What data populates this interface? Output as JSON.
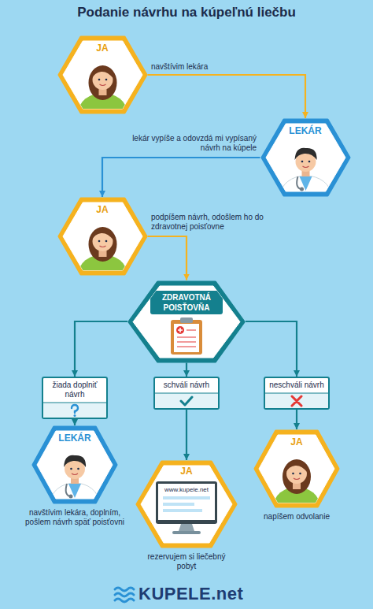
{
  "diagram": {
    "title": "Podanie návrhu na kúpeľnú liečbu",
    "nodes": [
      {
        "text": [
          "JA"
        ]
      },
      {
        "text": [
          "LEKÁR"
        ]
      },
      {
        "text": [
          "JA"
        ]
      },
      {
        "text": [
          "ZDRAVOTNÁ POISŤOVŇA"
        ]
      },
      {
        "text": [
          "žiada doplniť návrh"
        ]
      },
      {
        "text": [
          "schváli návrh"
        ]
      },
      {
        "text": [
          "neschváli návrh"
        ]
      },
      {
        "text": [
          "LEKÁR",
          "navštívim lekára, doplním, pošlem návrh späť poisťovni"
        ]
      },
      {
        "text": [
          "JA",
          "www.kupele.net",
          "rezervujem si liečebný pobyt"
        ]
      },
      {
        "text": [
          "JA",
          "napíšem odvolanie"
        ]
      }
    ],
    "edges": [
      {
        "from": 0,
        "to": 1,
        "arrow": "to",
        "label": "navštívim lekára"
      },
      {
        "from": 1,
        "to": 2,
        "arrow": "to",
        "label": "lekár vypíše a odovzdá mi vypísaný návrh na kúpele"
      },
      {
        "from": 2,
        "to": 3,
        "arrow": "to",
        "label": "podpíšem návrh, odošlem ho do zdravotnej poisťovne"
      },
      {
        "from": 3,
        "to": 4,
        "arrow": "to"
      },
      {
        "from": 3,
        "to": 5,
        "arrow": "to"
      },
      {
        "from": 3,
        "to": 6,
        "arrow": "to"
      },
      {
        "from": 4,
        "to": 7,
        "arrow": "to"
      },
      {
        "from": 5,
        "to": 8,
        "arrow": "to"
      },
      {
        "from": 6,
        "to": 9,
        "arrow": "to"
      }
    ],
    "labels": [
      "KUPELE.net"
    ]
  }
}
